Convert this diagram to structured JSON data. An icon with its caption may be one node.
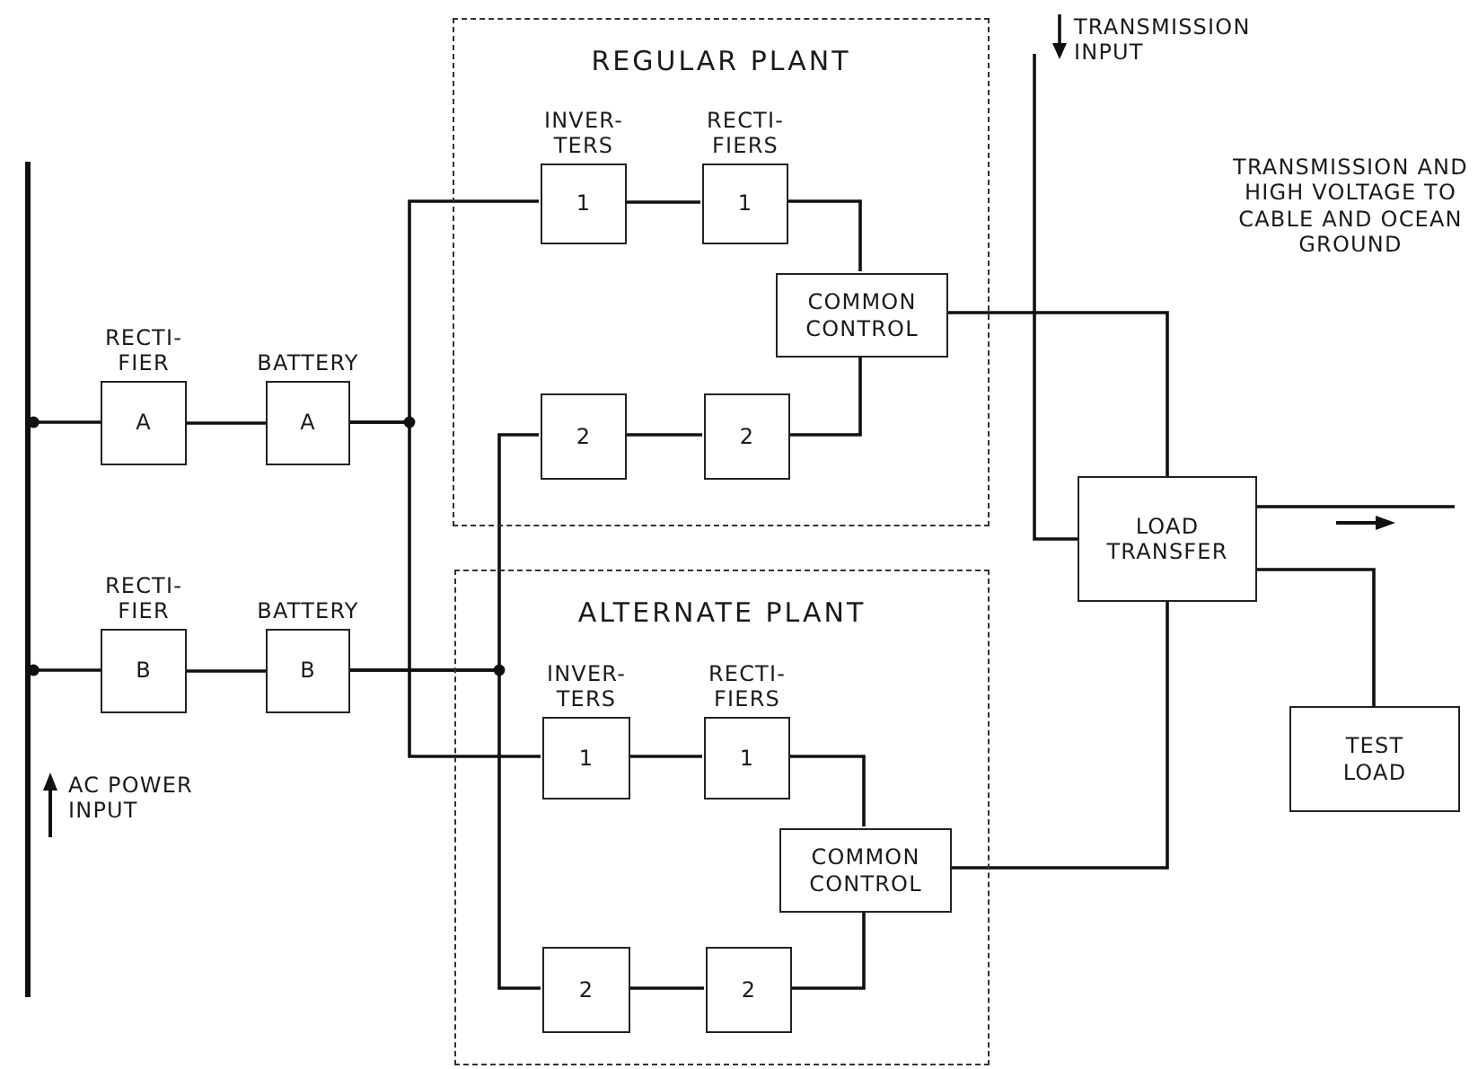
{
  "diagram": {
    "nodes": [
      {
        "text": [],
        "shape": "bar"
      },
      {
        "text": [
          "RECTI- FIER",
          "A"
        ]
      },
      {
        "text": [
          "BATTERY",
          "A"
        ]
      },
      {
        "text": [
          "RECTI- FIER",
          "B"
        ]
      },
      {
        "text": [
          "BATTERY",
          "B"
        ]
      },
      {
        "text": [
          "REGULAR PLANT"
        ]
      },
      {
        "text": [
          "INVER- TERS",
          "1"
        ],
        "in": 5
      },
      {
        "text": [
          "RECTI- FIERS",
          "1"
        ],
        "in": 5
      },
      {
        "text": [
          "COMMON CONTROL"
        ],
        "in": 5
      },
      {
        "text": [
          "2"
        ],
        "in": 5
      },
      {
        "text": [
          "2"
        ],
        "in": 5
      },
      {
        "text": [
          "ALTERNATE PLANT"
        ]
      },
      {
        "text": [
          "INVER- TERS",
          "1"
        ],
        "in": 11
      },
      {
        "text": [
          "RECTI- FIERS",
          "1"
        ],
        "in": 11
      },
      {
        "text": [
          "COMMON CONTROL"
        ],
        "in": 11
      },
      {
        "text": [
          "2"
        ],
        "in": 11
      },
      {
        "text": [
          "2"
        ],
        "in": 11
      },
      {
        "text": [
          "LOAD TRANSFER"
        ]
      },
      {
        "text": [
          "TEST LOAD"
        ]
      }
    ],
    "edges": [
      {
        "from": 0,
        "to": 1,
        "arrow": "other"
      },
      {
        "from": 1,
        "to": 2,
        "arrow": "none"
      },
      {
        "from": 0,
        "to": 3,
        "arrow": "other"
      },
      {
        "from": 3,
        "to": 4,
        "arrow": "none"
      },
      {
        "from": 2,
        "to": 6,
        "arrow": "none"
      },
      {
        "from": 2,
        "to": 12,
        "arrow": "none"
      },
      {
        "from": 4,
        "to": 9,
        "arrow": "none"
      },
      {
        "from": 4,
        "to": 15,
        "arrow": "none"
      },
      {
        "from": 6,
        "to": 7,
        "arrow": "none"
      },
      {
        "from": 7,
        "to": 8,
        "arrow": "none"
      },
      {
        "from": 9,
        "to": 10,
        "arrow": "none"
      },
      {
        "from": 10,
        "to": 8,
        "arrow": "none"
      },
      {
        "from": 12,
        "to": 13,
        "arrow": "none"
      },
      {
        "from": 13,
        "to": 14,
        "arrow": "none"
      },
      {
        "from": 15,
        "to": 16,
        "arrow": "none"
      },
      {
        "from": 16,
        "to": 14,
        "arrow": "none"
      },
      {
        "from": 8,
        "to": 17,
        "arrow": "none"
      },
      {
        "from": 14,
        "to": 17,
        "arrow": "none"
      },
      {
        "from": null,
        "to": 17,
        "arrow": "none"
      },
      {
        "from": 17,
        "to": null,
        "arrow": "none"
      },
      {
        "from": 17,
        "to": 18,
        "arrow": "none"
      }
    ],
    "labels": [
      "AC POWER INPUT",
      "TRANSMISSION INPUT",
      "TRANSMISSION AND HIGH VOLTAGE TO CABLE AND OCEAN GROUND"
    ]
  }
}
